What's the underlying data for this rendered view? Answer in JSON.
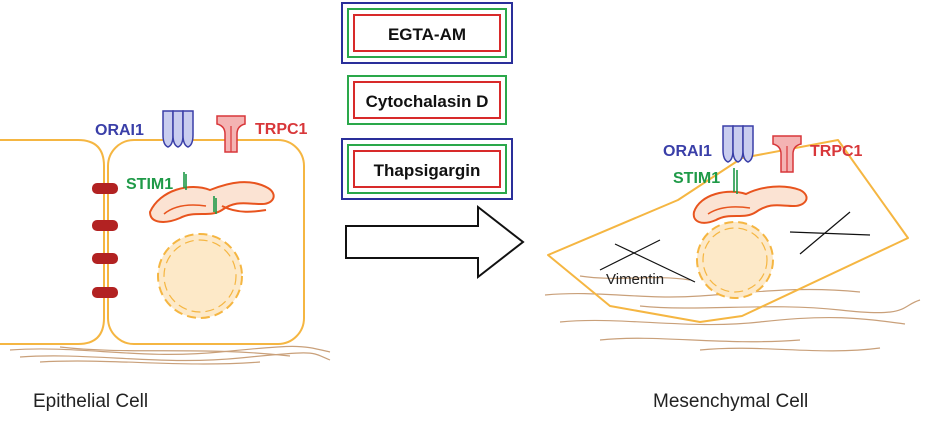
{
  "labels": {
    "epithelial_orai": "ORAI1",
    "epithelial_trpc": "TRPC1",
    "epithelial_stim": "STIM1",
    "mesenchymal_orai": "ORAI1",
    "mesenchymal_trpc": "TRPC1",
    "mesenchymal_stim": "STIM1",
    "vimentin": "Vimentin",
    "caption_left": "Epithelial Cell",
    "caption_right": "Mesenchymal Cell"
  },
  "treatments": [
    {
      "label": "EGTA-AM"
    },
    {
      "label": "Cytochalasin D"
    },
    {
      "label": "Thapsigargin"
    }
  ],
  "colors": {
    "cell_outline": "#f5b642",
    "er_outline": "#e8541e",
    "er_fill": "#fbe3d3",
    "nucleus_fill": "#fde9c8",
    "nucleus_dash": "#f5b642",
    "orai": "#3a3fa8",
    "orai_fill": "#c9cdef",
    "trpc": "#d8373a",
    "trpc_fill": "#f4b3b3",
    "stim": "#1f9a48",
    "junction": "#b22222",
    "box_blue": "#2a2f9a",
    "box_green": "#2aa84a",
    "box_red": "#d82a2a",
    "ecm": "#c9a07a"
  }
}
